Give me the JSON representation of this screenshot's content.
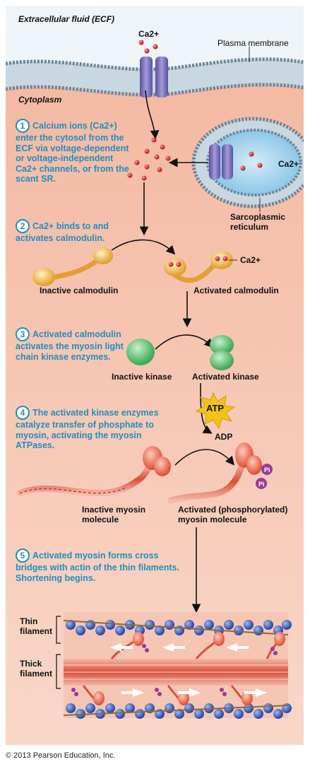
{
  "labels": {
    "ecf": "Extracellular fluid (ECF)",
    "plasma_membrane": "Plasma membrane",
    "cytoplasm": "Cytoplasm",
    "ca_top": "Ca2+",
    "ca_sr": "Ca2+",
    "ca_calmodulin": "Ca2+",
    "sr": "Sarcoplasmic reticulum",
    "inactive_calmodulin": "Inactive calmodulin",
    "activated_calmodulin": "Activated calmodulin",
    "inactive_kinase": "Inactive kinase",
    "activated_kinase": "Activated kinase",
    "atp": "ATP",
    "adp": "ADP",
    "pi_1": "Pi",
    "pi_2": "Pi",
    "inactive_myosin": "Inactive myosin molecule",
    "activated_myosin": "Activated (phosphorylated) myosin molecule",
    "thin_filament": "Thin filament",
    "thick_filament": "Thick filament"
  },
  "steps": [
    {
      "num": "1",
      "text": "Calcium ions (Ca2+) enter the cytosol from the ECF via voltage-dependent or voltage-independent Ca2+ channels, or from the scant SR."
    },
    {
      "num": "2",
      "text": "Ca2+ binds to and activates calmodulin."
    },
    {
      "num": "3",
      "text": "Activated calmodulin activates the myosin light chain kinase enzymes."
    },
    {
      "num": "4",
      "text": "The activated kinase enzymes catalyze transfer of phosphate to myosin, activating the myosin ATPases."
    },
    {
      "num": "5",
      "text": "Activated myosin forms cross bridges with actin of the thin filaments. Shortening begins."
    }
  ],
  "copyright": "© 2013 Pearson Education, Inc."
}
